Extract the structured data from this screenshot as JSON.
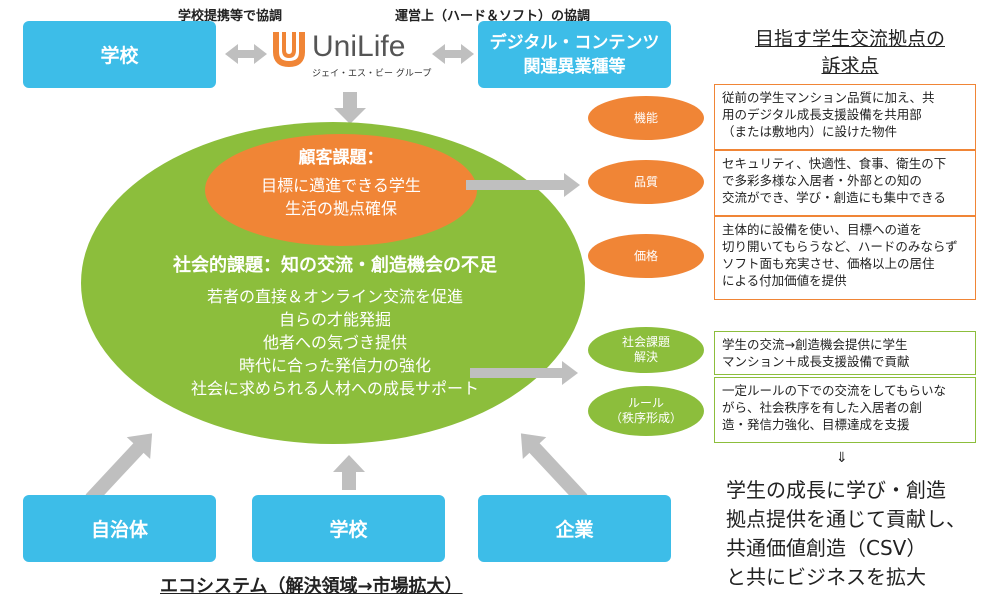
{
  "top": {
    "school_caption": "学校提携等で協調",
    "ops_caption": "運営上（ハード＆ソフト）の協調",
    "school": "学校",
    "logo_name": "UniLife",
    "logo_group": "ジェイ・エス・ビー グループ",
    "digital": [
      "デジタル・コンテンツ",
      "関連異業種等"
    ]
  },
  "circle": {
    "customer_title": "顧客課題：",
    "customer_lines": [
      "目標に邁進できる学生",
      "生活の拠点確保"
    ],
    "social_title": "社会的課題：知の交流・創造機会の不足",
    "social_lines": [
      "若者の直接＆オンライン交流を促進",
      "自らの才能発掘",
      "他者への気づき提供",
      "時代に合った発信力の強化",
      "社会に求められる人材への成長サポート"
    ]
  },
  "bottom": {
    "items": [
      "自治体",
      "学校",
      "企業"
    ],
    "caption": "エコシステム（解決領域→市場拡大）"
  },
  "right": {
    "title": [
      "目指す学生交流拠点の",
      "訴求点"
    ],
    "appeals": [
      {
        "label": [
          "機能"
        ],
        "desc": [
          "従前の学生マンション品質に加え、共",
          "用のデジタル成長支援設備を共用部",
          "（または敷地内）に設けた物件"
        ]
      },
      {
        "label": [
          "品質"
        ],
        "desc": [
          "セキュリティ、快適性、食事、衛生の下",
          "で多彩多様な入居者・外部との知の",
          "交流ができ、学び・創造にも集中できる"
        ]
      },
      {
        "label": [
          "価格"
        ],
        "desc": [
          "主体的に設備を使い、目標への道を",
          "切り開いてもらうなど、ハードのみならず",
          "ソフト面も充実させ、価格以上の居住",
          "による付加価値を提供"
        ]
      },
      {
        "label": [
          "社会課題",
          "解決"
        ],
        "desc": [
          "学生の交流→創造機会提供に学生",
          "マンション＋成長支援設備で貢献"
        ]
      },
      {
        "label": [
          "ルール",
          "（秩序形成）"
        ],
        "desc": [
          "一定ルールの下での交流をしてもらいな",
          "がら、社会秩序を有した入居者の創",
          "造・発信力強化、目標達成を支援"
        ]
      }
    ],
    "down_arrow": "⇓",
    "conclusion": [
      "学生の成長に学び・創造",
      "拠点提供を通じて貢献し、",
      "共通価値創造（CSV）",
      "と共にビジネスを拡大"
    ]
  },
  "colors": {
    "blue": "#3dbde8",
    "orange": "#f08536",
    "green": "#8cbe3c",
    "arrow_gray": "#bfbfbf"
  }
}
